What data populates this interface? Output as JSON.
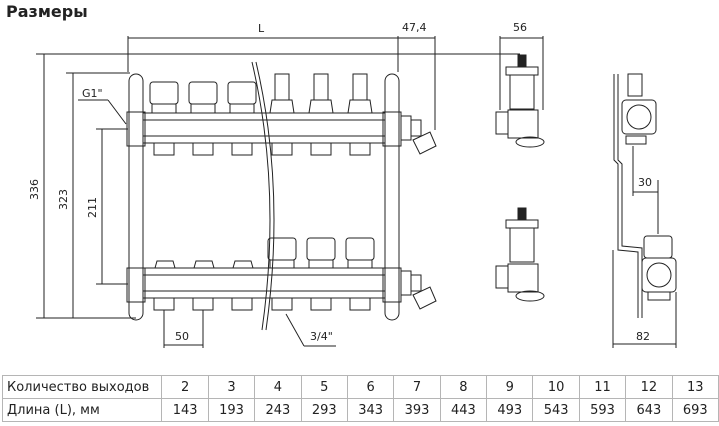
{
  "title": "Размеры",
  "dimensions": {
    "length": "L",
    "side_offset": "47,4",
    "valve_width": "56",
    "total_height": "336",
    "mount_height": "323",
    "axis_distance": "211",
    "thread_main": "G1\"",
    "outlet_pitch": "50",
    "thread_outlet": "3/4\"",
    "side_offset_30": "30",
    "depth": "82"
  },
  "table": {
    "row1_label": "Количество выходов",
    "row2_label": "Длина (L), мм",
    "outlets": [
      "2",
      "3",
      "4",
      "5",
      "6",
      "7",
      "8",
      "9",
      "10",
      "11",
      "12",
      "13"
    ],
    "lengths": [
      "143",
      "193",
      "243",
      "293",
      "343",
      "393",
      "443",
      "493",
      "543",
      "593",
      "643",
      "693"
    ]
  }
}
